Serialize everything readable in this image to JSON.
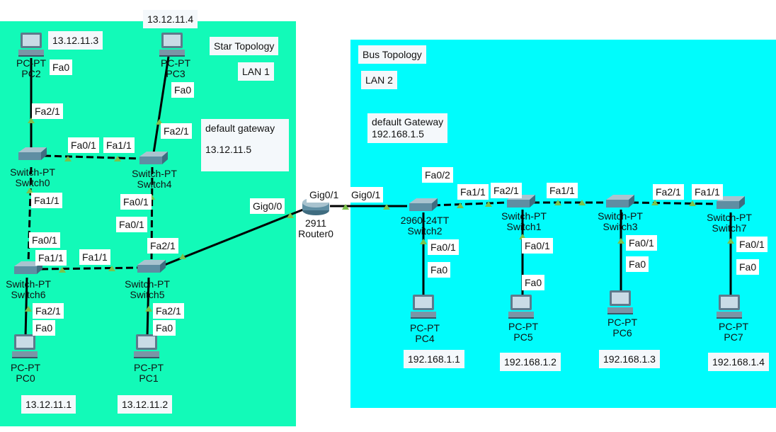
{
  "lan1": {
    "title": "Star Topology",
    "lan": "LAN 1",
    "gateway_label": "default gateway",
    "gateway_ip": "13.12.11.5"
  },
  "lan2": {
    "title": "Bus Topology",
    "lan": "LAN 2",
    "gateway_label": "default Gateway",
    "gateway_ip": "192.168.1.5"
  },
  "devices": [
    {
      "model": "PC-PT",
      "name": "PC2",
      "ip": "13.12.11.3"
    },
    {
      "model": "PC-PT",
      "name": "PC3",
      "ip": "13.12.11.4"
    },
    {
      "model": "Switch-PT",
      "name": "Switch0"
    },
    {
      "model": "Switch-PT",
      "name": "Switch4"
    },
    {
      "model": "Switch-PT",
      "name": "Switch6"
    },
    {
      "model": "Switch-PT",
      "name": "Switch5"
    },
    {
      "model": "PC-PT",
      "name": "PC0",
      "ip": "13.12.11.1"
    },
    {
      "model": "PC-PT",
      "name": "PC1",
      "ip": "13.12.11.2"
    },
    {
      "model": "2911",
      "name": "Router0"
    },
    {
      "model": "2960-24TT",
      "name": "Switch2"
    },
    {
      "model": "Switch-PT",
      "name": "Switch1"
    },
    {
      "model": "Switch-PT",
      "name": "Switch3"
    },
    {
      "model": "Switch-PT",
      "name": "Switch7"
    },
    {
      "model": "PC-PT",
      "name": "PC4",
      "ip": "192.168.1.1"
    },
    {
      "model": "PC-PT",
      "name": "PC5",
      "ip": "192.168.1.2"
    },
    {
      "model": "PC-PT",
      "name": "PC6",
      "ip": "192.168.1.3"
    },
    {
      "model": "PC-PT",
      "name": "PC7",
      "ip": "192.168.1.4"
    }
  ],
  "ports": [
    "Fa0",
    "Fa2/1",
    "Fa0/1",
    "Fa1/1",
    "Fa0",
    "Fa2/1",
    "Fa0/1",
    "Fa1/1",
    "Fa0/1",
    "Fa0/1",
    "Fa1/1",
    "Fa1/1",
    "Fa2/1",
    "Fa0",
    "Fa2/1",
    "Fa0",
    "Gig0/0",
    "Gig0/1",
    "Gig0/1",
    "Fa0/2",
    "Fa1/1",
    "Fa2/1",
    "Fa1/1",
    "Fa2/1",
    "Fa1/1",
    "Fa0/1",
    "Fa0",
    "Fa0/1",
    "Fa0",
    "Fa0/1",
    "Fa0",
    "Fa0/1",
    "Fa0",
    "Fa0/1"
  ]
}
